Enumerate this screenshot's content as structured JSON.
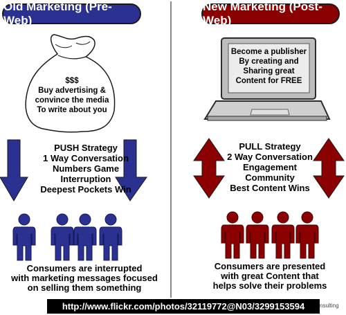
{
  "left_title": "Old Marketing (Pre-Web)",
  "right_title": "New Marketing (Post-Web)",
  "left_bag_lines": [
    "$$$",
    "Buy advertising &",
    "convince the media",
    "To write about you"
  ],
  "left_strategy_lines": [
    "PUSH Strategy",
    "1 Way Conversation",
    "Numbers Game",
    "Interruption",
    "Deepest Pockets Win"
  ],
  "left_consumer_lines": [
    "Consumers are interrupted",
    "with marketing messages focused",
    "on selling them something"
  ],
  "right_laptop_lines": [
    "Become a publisher",
    "By creating and",
    "Sharing great",
    "Content for FREE"
  ],
  "right_strategy_lines": [
    "PULL Strategy",
    "2 Way Conversation",
    "Engagement",
    "Community",
    "Best Content Wins"
  ],
  "right_consumer_lines": [
    "Consumers are presented",
    "with great Content that",
    "helps solve their problems"
  ],
  "footer_url": "http://www.flickr.com/photos/32119772@N03/3299153594",
  "footer_tail": "nsulting",
  "colors": {
    "blue": "#2b3191",
    "red": "#8b0000",
    "divider": "#888888"
  }
}
